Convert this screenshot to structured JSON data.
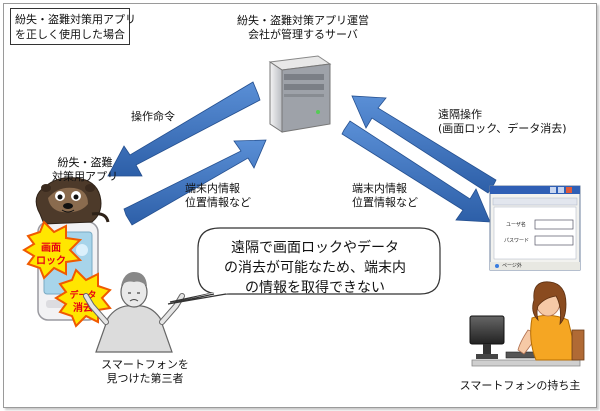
{
  "title_box": "紛失・盗難対策用アプリ\nを正しく使用した場合",
  "server": {
    "label": "紛失・盗難対策アプリ運営\n会社が管理するサーバ",
    "icon": "server-icon"
  },
  "arrows": {
    "operation_command": "操作命令",
    "device_info_left": "端末内情報\n位置情報など",
    "remote_operation": "遠隔操作\n(画面ロック、データ消去)",
    "device_info_right": "端末内情報\n位置情報など"
  },
  "phone": {
    "app_label": "紛失・盗難\n対策用アプリ",
    "lock_burst": "画面\nロック",
    "erase_burst": "データ\n消去"
  },
  "finder": {
    "label": "スマートフォンを\n見つけた第三者"
  },
  "bubble": {
    "text": "遠隔で画面ロックやデータ\nの消去が可能なため、端末内\nの情報を取得できない"
  },
  "login_window": {
    "username_label": "ユーザ名",
    "password_label": "パスワード",
    "status_text": "ページ外"
  },
  "owner": {
    "label": "スマートフォンの持ち主"
  },
  "colors": {
    "arrow": "#3d72b8",
    "burst_fill": "#ffe600",
    "burst_stroke": "#f05a00",
    "burst_text": "#e60012",
    "window_title": "#2f5fb5"
  }
}
